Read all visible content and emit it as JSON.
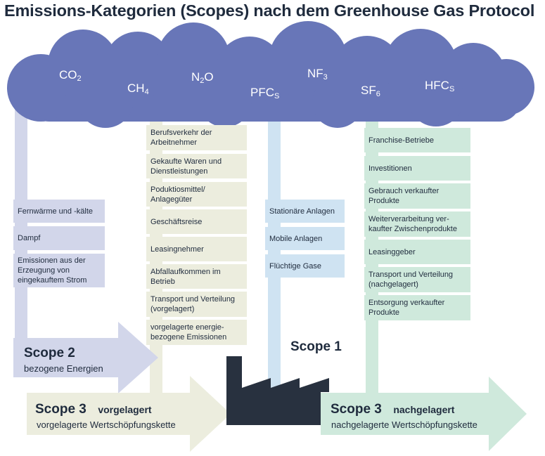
{
  "title": "Emissions-Kategorien (Scopes) nach dem Greenhouse Gas Protocol",
  "gases": [
    {
      "base": "CO",
      "sub": "2",
      "tail": ""
    },
    {
      "base": "CH",
      "sub": "4",
      "tail": ""
    },
    {
      "base": "N",
      "sub": "2",
      "tail": "O"
    },
    {
      "base": "PFC",
      "sub": "S",
      "tail": ""
    },
    {
      "base": "NF",
      "sub": "3",
      "tail": ""
    },
    {
      "base": "SF",
      "sub": "6",
      "tail": ""
    },
    {
      "base": "HFC",
      "sub": "S",
      "tail": ""
    }
  ],
  "scope2": {
    "title": "Scope 2",
    "subtitle": "bezogene Energien",
    "items": [
      "Fernwärme und -kälte",
      "Dampf",
      "Emissionen aus der Erzeugung von eingekauftem Strom"
    ]
  },
  "scope3_upstream": {
    "title": "Scope 3",
    "tag": "vorgelagert",
    "subtitle": "vorgelagerte Wertschöpfungskette",
    "items": [
      "Berufsverkehr der Arbeitnehmer",
      "Gekaufte Waren und Dienstleistungen",
      "Poduktiosmittel/ Anlagegüter",
      "Geschäftsreise",
      "Leasingnehmer",
      "Abfallaufkommen im Betrieb",
      "Transport und Verteilung (vorgelagert)",
      "vorgelagerte energie- bezogene Emissionen"
    ]
  },
  "scope1": {
    "title": "Scope 1",
    "items": [
      "Stationäre Anlagen",
      "Mobile Anlagen",
      "Flüchtige Gase"
    ]
  },
  "scope3_downstream": {
    "title": "Scope 3",
    "tag": "nachgelagert",
    "subtitle": "nachgelagerte Wertschöpfungskette",
    "items": [
      "Franchise-Betriebe",
      "Investitionen",
      "Gebrauch verkaufter Produkte",
      "Weiterverarbeitung ver- kaufter Zwischenprodukte",
      "Leasinggeber",
      "Transport und Verteilung (nachgelagert)",
      "Entsorgung verkaufter Produkte"
    ]
  },
  "colors": {
    "cloud": "#6876b8",
    "scope2": "#d2d6ea",
    "scope3_upstream": "#ecedde",
    "scope1": "#cfe3f2",
    "scope3_downstream": "#cfe9dc",
    "factory": "#28313f",
    "text": "#1f2b3d"
  }
}
